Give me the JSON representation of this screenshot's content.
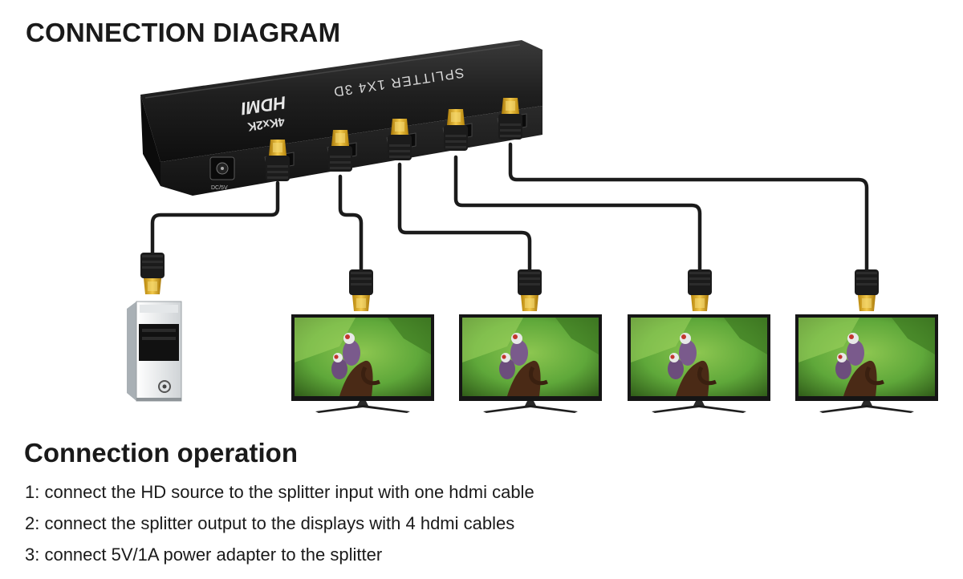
{
  "diagram": {
    "title": "CONNECTION DIAGRAM",
    "splitter": {
      "brand": "HDMI",
      "resolution": "4Kx2K",
      "model": "SPLITTER 1X4 3D",
      "power_port_label": "DC/5V"
    },
    "source": {
      "icon": "desktop-pc-icon"
    },
    "displays": [
      {
        "icon": "monitor-icon"
      },
      {
        "icon": "monitor-icon"
      },
      {
        "icon": "monitor-icon"
      },
      {
        "icon": "monitor-icon"
      }
    ],
    "colors": {
      "splitter_body": "#1f1f1f",
      "cable": "#1b1b1b",
      "connector_gold": "#d9a520",
      "screen_green": "#5fa83a",
      "screen_dark": "#2f5a18",
      "bird_purple": "#7a5a8c"
    }
  },
  "operation": {
    "title": "Connection operation",
    "steps": [
      "1: connect the HD source to the splitter input with one hdmi cable",
      "2: connect the splitter output to the displays with 4 hdmi cables",
      "3: connect 5V/1A power adapter to the splitter"
    ]
  }
}
